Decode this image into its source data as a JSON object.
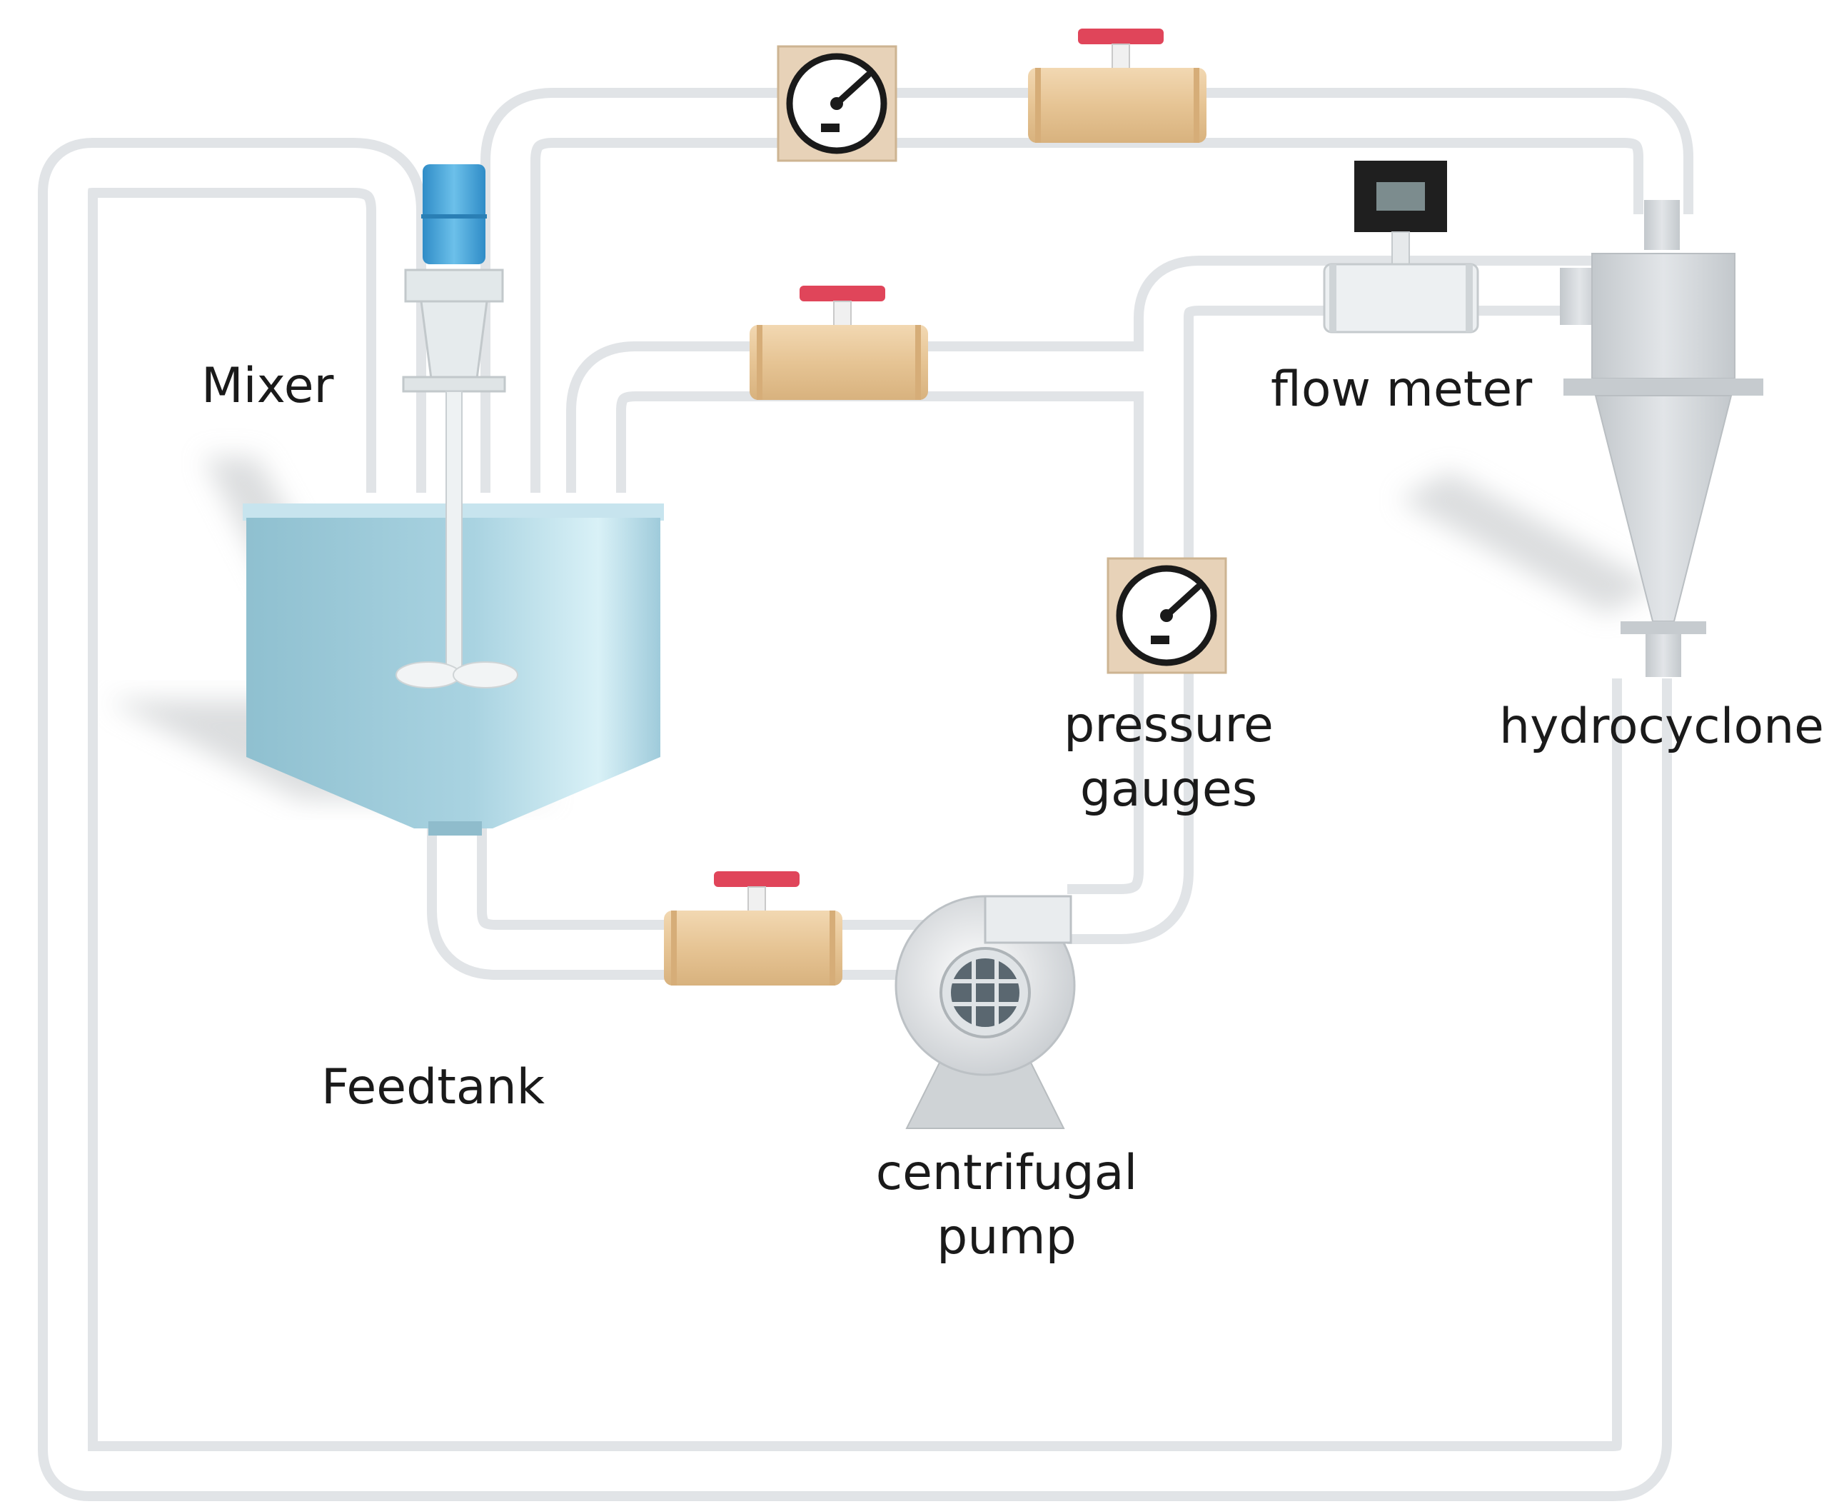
{
  "labels": {
    "mixer": "Mixer",
    "feedtank": "Feedtank",
    "pump_line1": "centrifugal",
    "pump_line2": "pump",
    "gauge_line1": "pressure",
    "gauge_line2": "gauges",
    "flow_meter": "flow meter",
    "hydrocyclone": "hydrocyclone"
  },
  "colors": {
    "pipe_outer": "#e4e7ea",
    "pipe_inner": "#ffffff",
    "valve_body": "#e8c79a",
    "valve_handle": "#e0455a",
    "tank_top": "#b9dde8",
    "tank_bottom": "#7fb3c6",
    "motor": "#3e9fd6",
    "shadow": "#c8cacc",
    "cyclone": "#d3d7da"
  },
  "icons": [
    "pressure-gauge-icon",
    "valve-icon",
    "flow-meter-icon",
    "centrifugal-pump-icon",
    "mixer-icon",
    "hydrocyclone-icon",
    "feed-tank-icon"
  ]
}
